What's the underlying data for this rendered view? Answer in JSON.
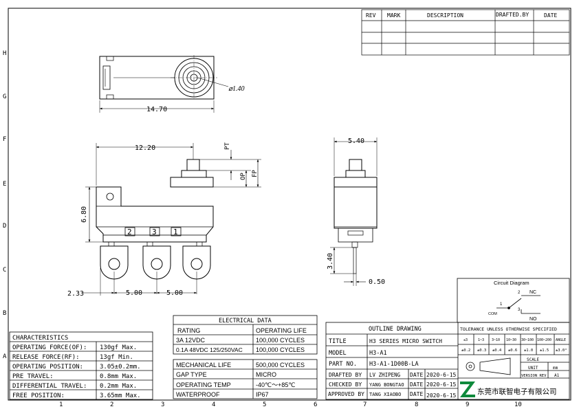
{
  "border": {
    "rows": [
      "H",
      "G",
      "F",
      "E",
      "D",
      "C",
      "B",
      "A"
    ],
    "cols": [
      "1",
      "2",
      "3",
      "4",
      "5",
      "6",
      "7",
      "8",
      "9",
      "10"
    ]
  },
  "revision_table": {
    "headers": [
      "REV",
      "MARK",
      "DESCRIPTION",
      "DRAFTED.BY",
      "DATE"
    ]
  },
  "dimensions": {
    "top_width": "14.70",
    "hole_dia": "⌀1.40",
    "front_width": "12.20",
    "pt": "PT",
    "op": "OP",
    "fp": "FP",
    "height": "6.80",
    "left_offset": "2.33",
    "pitch1": "5.00",
    "pitch2": "5.00",
    "side_width": "5.40",
    "lead_length": "3.40",
    "lead_thickness": "0.50"
  },
  "pins": [
    "2",
    "3",
    "1"
  ],
  "characteristics": {
    "title": "CHARACTERISTICS",
    "rows": [
      {
        "label": "OPERATING FORCE(OF):",
        "value": "130gf Max."
      },
      {
        "label": "RELEASE FORCE(RF):",
        "value": "13gf Min."
      },
      {
        "label": "OPERATING POSITION:",
        "value": "3.05±0.2mm."
      },
      {
        "label": "PRE TRAVEL:",
        "value": "0.8mm Max."
      },
      {
        "label": "DIFFERENTIAL TRAVEL:",
        "value": "0.2mm Max."
      },
      {
        "label": "FREE POSITION:",
        "value": "3.65mm Max."
      }
    ]
  },
  "electrical": {
    "title": "ELECTRICAL DATA",
    "h_rating": "RATING",
    "h_life": "OPERATING LIFE",
    "rows": [
      {
        "rating": "3A 12VDC",
        "life": "100,000 CYCLES"
      },
      {
        "rating": "0.1A 48VDC 125/250VAC",
        "life": "100,000 CYCLES"
      }
    ],
    "specs": [
      {
        "label": "MECHANICAL LIFE",
        "value": "500,000 CYCLES"
      },
      {
        "label": "GAP TYPE",
        "value": "MICRO"
      },
      {
        "label": "OPERATING TEMP",
        "value": "-40℃～+85℃"
      },
      {
        "label": "WATERPROOF",
        "value": "IP67"
      }
    ]
  },
  "circuit": {
    "title": "Circuit Diagram",
    "nc": "NC",
    "no": "NO",
    "com": "COM",
    "t1": "1",
    "t2": "2",
    "t3": "3"
  },
  "title_block": {
    "outline": "OUTLINE DRAWING",
    "title_label": "TITLE",
    "title_value": "H3 SERIES MICRO SWITCH",
    "model_label": "MODEL",
    "model_value": "H3-A1",
    "part_label": "PART NO.",
    "part_value": "H3-A1-1D00B-LA",
    "drafted_label": "DRAFTED BY",
    "drafted_value": "LV ZHIPENG",
    "checked_label": "CHECKED BY",
    "checked_value": "YANG BONGTAO",
    "approved_label": "APPROVED BY",
    "approved_value": "TANG XIAOBO",
    "date_label": "DATE",
    "date1": "2020-6-15",
    "date2": "2020-6-15",
    "date3": "2020-6-15",
    "tolerance_title": "TOLERANCE UNLESS OTHERWISE SPECIFIED",
    "tol_headers": [
      "≤3",
      "1~3",
      "3~10",
      "10~30",
      "30~100",
      "100~200",
      "ANGLE"
    ],
    "tol_values": [
      "±0.2",
      "±0.3",
      "±0.4",
      "±0.6",
      "±1.0",
      "±1.5",
      "±3.0°"
    ],
    "scale_label": "SCALE",
    "unit_label": "UNIT",
    "unit_value": "mm",
    "version_label": "VERSION REV",
    "version_value": "A1",
    "company": "东莞市联智电子有限公司",
    "brand_color": "#0f8a3c"
  }
}
